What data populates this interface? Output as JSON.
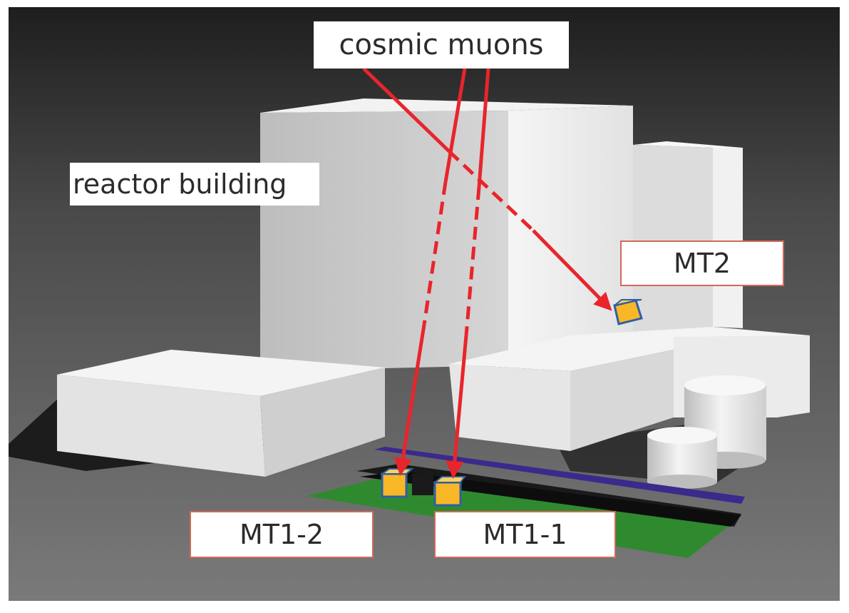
{
  "labels": {
    "cosmic_muons": "cosmic muons",
    "reactor_building": "reactor building",
    "mt2": "MT2",
    "mt1_2": "MT1-2",
    "mt1_1": "MT1-1"
  },
  "colors": {
    "muon_arrow": "#e8252b",
    "detector_fill": "#f7b726",
    "detector_edge": "#2f5fa3",
    "ground_pad": "#2f8a2f",
    "rail": "#3b2a8c",
    "label_frame": "#d06a5a",
    "building": "#ececec"
  }
}
